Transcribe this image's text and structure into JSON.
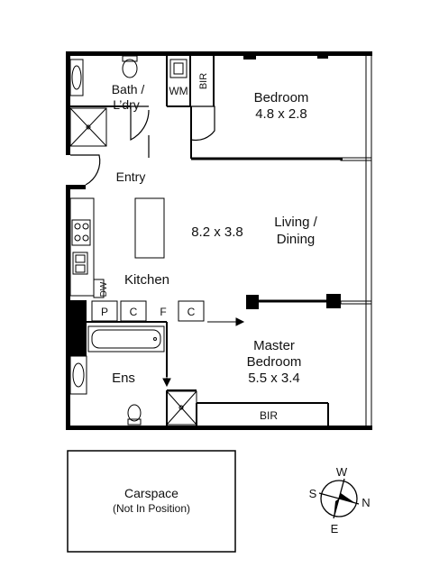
{
  "rooms": {
    "bath_laundry": {
      "line1": "Bath /",
      "line2": "L’dry"
    },
    "wm": "WM",
    "bir_top": "BIR",
    "bedroom": {
      "name": "Bedroom",
      "size": "4.8 x 2.8"
    },
    "entry": "Entry",
    "living": {
      "size": "8.2 x 3.8",
      "line1": "Living /",
      "line2": "Dining"
    },
    "kitchen": "Kitchen",
    "dw": "DW",
    "pantry": "P",
    "cupboard_1": "C",
    "fridge": "F",
    "cupboard_2": "C",
    "master": {
      "line1": "Master",
      "line2": "Bedroom",
      "size": "5.5 x 3.4"
    },
    "ensuite": "Ens",
    "bir_master": "BIR"
  },
  "carspace": {
    "line1": "Carspace",
    "line2": "(Not In Position)"
  },
  "compass": {
    "w": "W",
    "s": "S",
    "n": "N",
    "e": "E"
  }
}
